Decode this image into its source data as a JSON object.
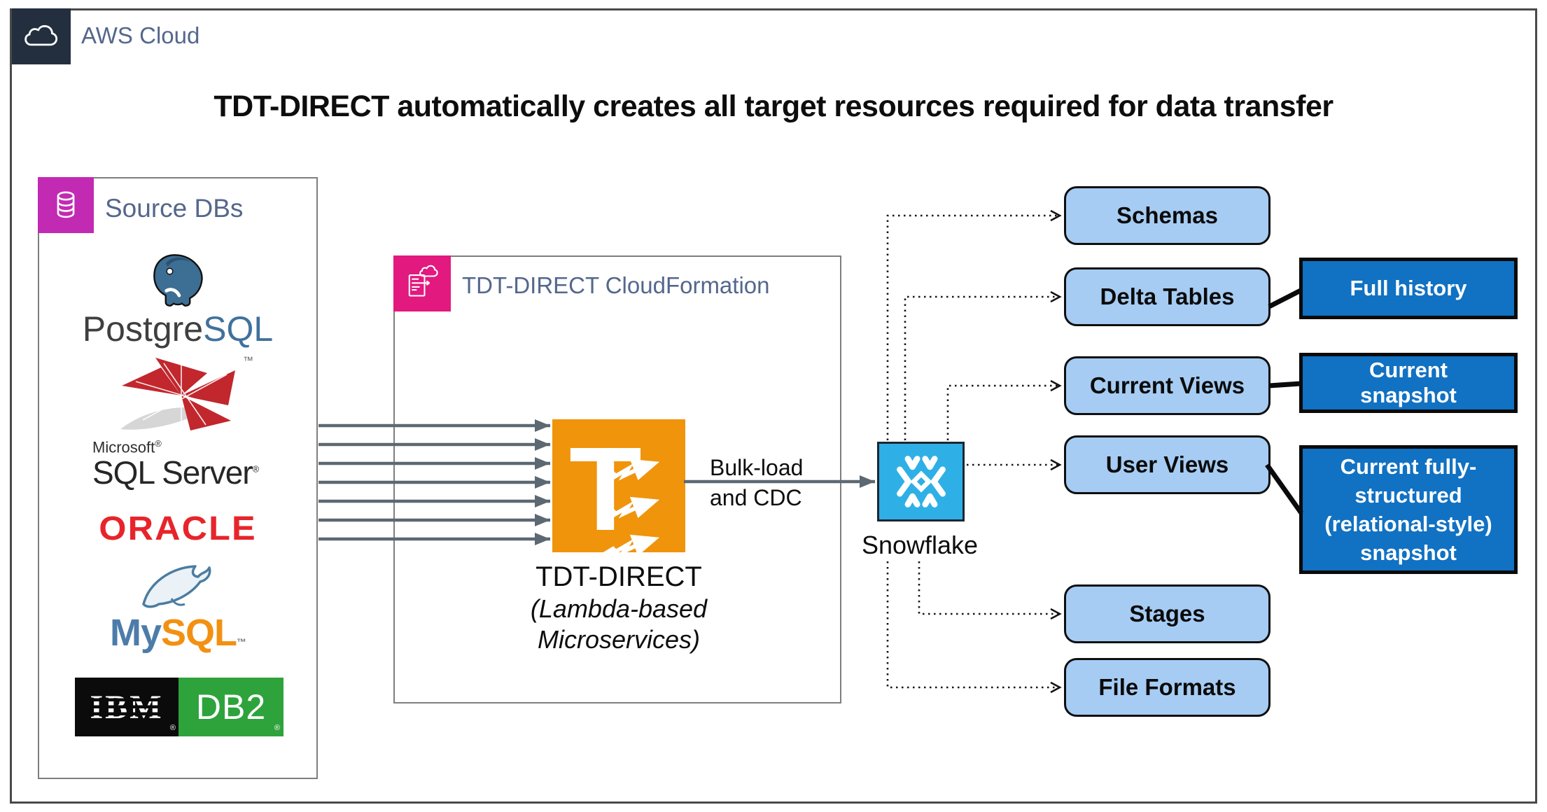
{
  "colors": {
    "frame_navy": "#232F3E",
    "slate_label": "#54678C",
    "source_magenta": "#C32AB3",
    "cloudformation_pink": "#E2197E",
    "tdt_orange": "#F0940C",
    "snowflake_blue": "#2EB0E6",
    "target_fill": "#A6CCF3",
    "annotation_fill": "#1171C2",
    "arrow_gray": "#5C6872"
  },
  "header": {
    "aws_label": "AWS Cloud",
    "title": "TDT-DIRECT automatically creates all target resources required for data transfer"
  },
  "source_box": {
    "label": "Source DBs",
    "postgresql": {
      "word1": "Postgre",
      "word2": "SQL"
    },
    "sqlserver": {
      "brand": "Microsoft",
      "brand_mark": "®",
      "name": "SQL Server",
      "name_mark": "®",
      "icon_mark": "™"
    },
    "oracle": {
      "name": "ORACLE"
    },
    "mysql": {
      "word1": "My",
      "word2": "SQL",
      "mark": "™"
    },
    "ibm_db2": {
      "ibm": "IBM",
      "ibm_mark": "®",
      "db2": "DB2",
      "db2_mark": "®"
    }
  },
  "cloudformation_box": {
    "label": "TDT-DIRECT CloudFormation"
  },
  "tdt": {
    "icon_letter": "T",
    "name": "TDT-DIRECT",
    "subtitle1": "(Lambda-based",
    "subtitle2": "Microservices)"
  },
  "flow": {
    "bulk1": "Bulk-load",
    "bulk2": "and CDC"
  },
  "snowflake": {
    "label": "Snowflake"
  },
  "targets": [
    {
      "label": "Schemas"
    },
    {
      "label": "Delta Tables"
    },
    {
      "label": "Current Views"
    },
    {
      "label": "User Views"
    },
    {
      "label": "Stages"
    },
    {
      "label": "File Formats"
    }
  ],
  "annotations": [
    {
      "text": "Full history"
    },
    {
      "text": "Current\nsnapshot"
    },
    {
      "text": "Current fully-\nstructured\n(relational-style)\nsnapshot"
    }
  ]
}
